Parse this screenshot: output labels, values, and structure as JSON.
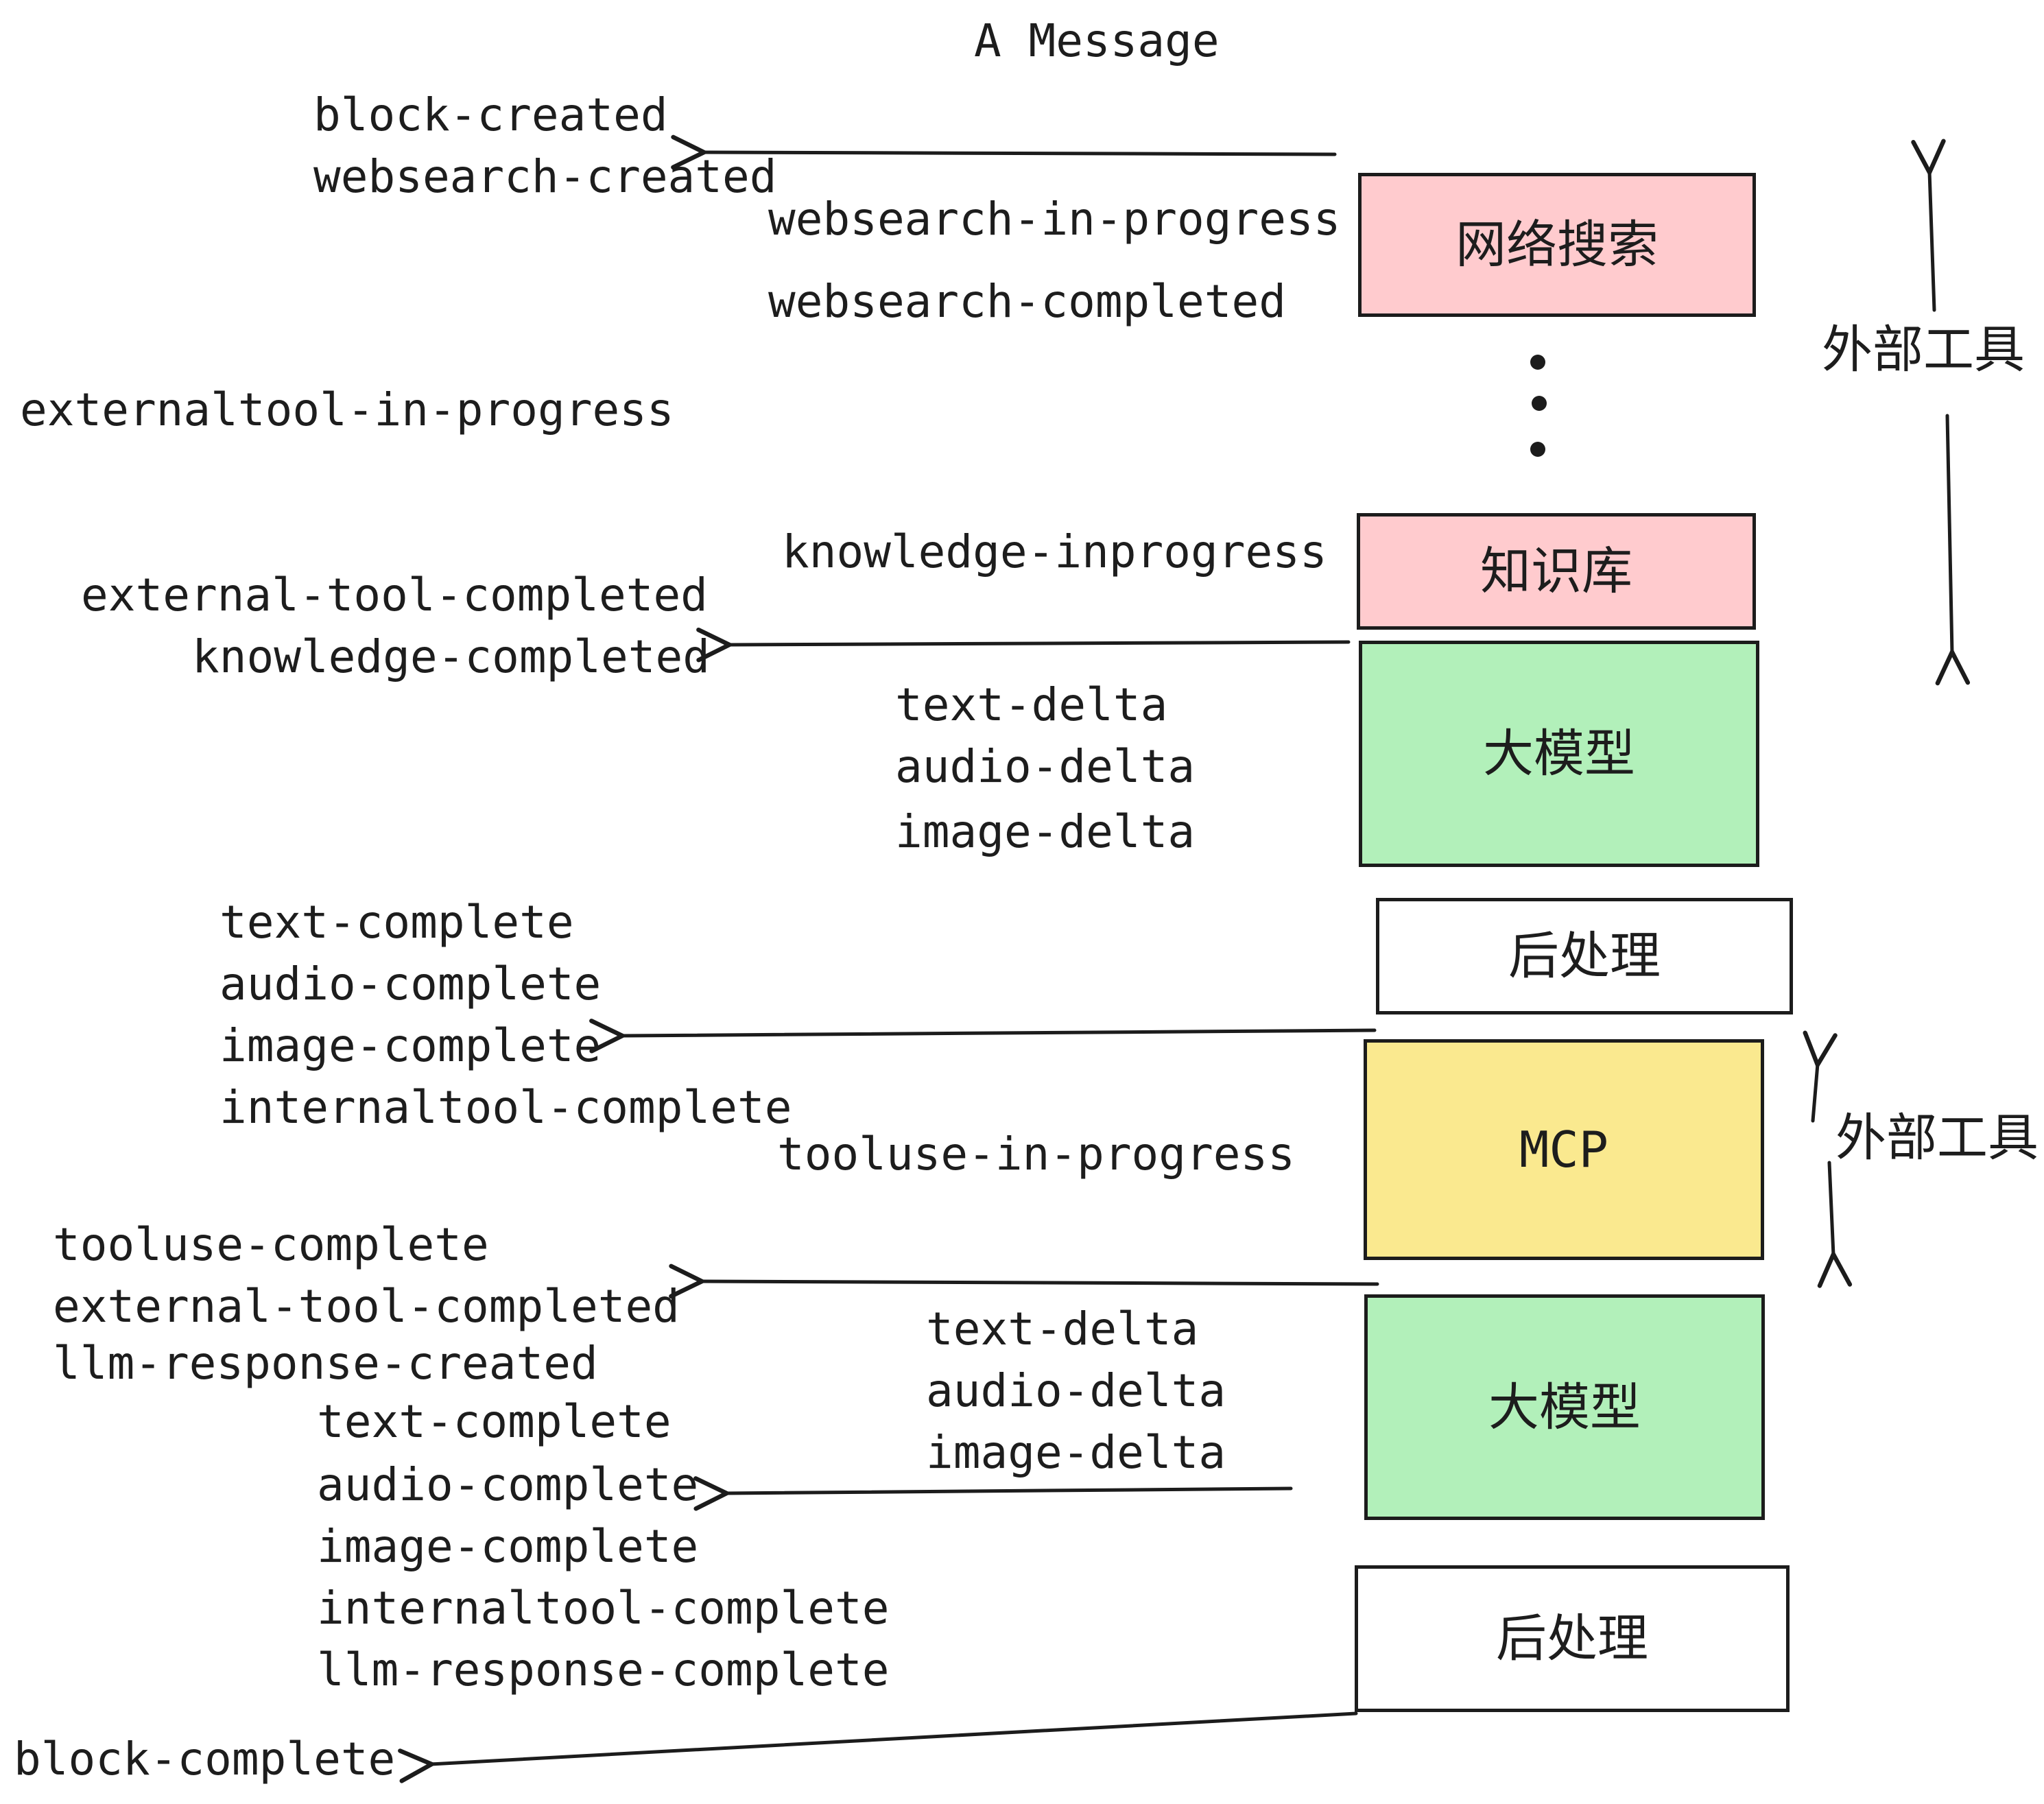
{
  "title": "A Message",
  "events": [
    {
      "label": "block-created"
    },
    {
      "label": "websearch-created"
    },
    {
      "label": "websearch-in-progress"
    },
    {
      "label": "websearch-completed"
    },
    {
      "label": "externaltool-in-progress"
    },
    {
      "label": "knowledge-inprogress"
    },
    {
      "label": "external-tool-completed"
    },
    {
      "label": "knowledge-completed"
    },
    {
      "label": "text-delta"
    },
    {
      "label": "audio-delta"
    },
    {
      "label": "image-delta"
    },
    {
      "label": "text-complete"
    },
    {
      "label": "audio-complete"
    },
    {
      "label": "image-complete"
    },
    {
      "label": "internaltool-complete"
    },
    {
      "label": "tooluse-in-progress"
    },
    {
      "label": "tooluse-complete"
    },
    {
      "label": "external-tool-completed"
    },
    {
      "label": "llm-response-created"
    },
    {
      "label": "text-complete"
    },
    {
      "label": "audio-complete"
    },
    {
      "label": "image-complete"
    },
    {
      "label": "internaltool-complete"
    },
    {
      "label": "llm-response-complete"
    },
    {
      "label": "block-complete"
    }
  ],
  "boxes": [
    {
      "label": "网络搜索"
    },
    {
      "label": "知识库"
    },
    {
      "label": "大模型"
    },
    {
      "label": "后处理"
    },
    {
      "label": "MCP"
    },
    {
      "label": "大模型"
    },
    {
      "label": "后处理"
    }
  ],
  "side_labels": [
    {
      "label": "外部工具"
    },
    {
      "label": "外部工具"
    }
  ],
  "colors": {
    "external_tool_box_pink": "#ffcbce",
    "llm_box_green": "#b2f0ba",
    "mcp_box_yellow": "#fae98f",
    "post_process_box_white": "#ffffff",
    "line_black": "#1c1c1c"
  }
}
